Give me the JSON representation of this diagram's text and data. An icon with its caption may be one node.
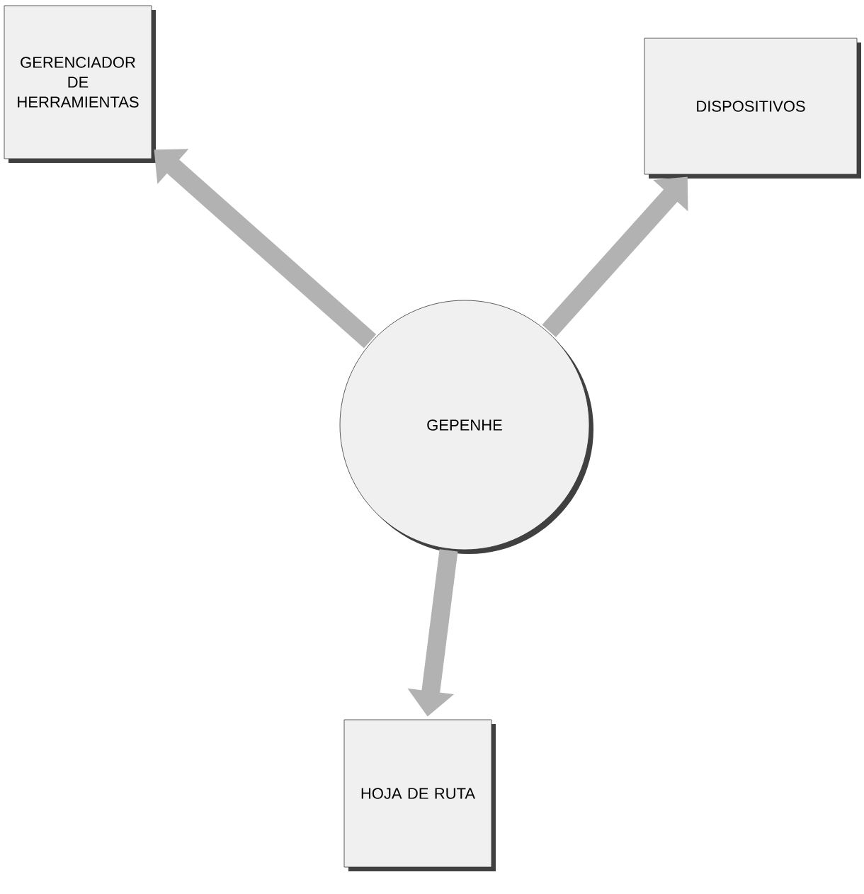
{
  "diagram": {
    "nodes": [
      {
        "text": [
          "GERENCIADOR DE HERRAMIENTAS"
        ]
      },
      {
        "text": [
          "DISPOSITIVOS"
        ]
      },
      {
        "text": [
          "GEPENHE"
        ]
      },
      {
        "text": [
          "HOJA DE RUTA"
        ]
      }
    ],
    "edges": [
      {
        "from": 2,
        "to": 0,
        "arrow": "to"
      },
      {
        "from": 2,
        "to": 1,
        "arrow": "to"
      },
      {
        "from": 2,
        "to": 3,
        "arrow": "to"
      }
    ]
  }
}
